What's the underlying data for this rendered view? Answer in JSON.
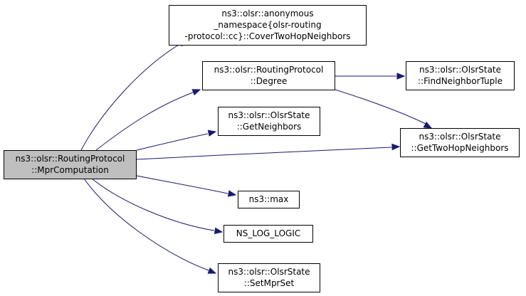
{
  "diagram": {
    "title": "",
    "edge_color": "#191970",
    "root_fill": "#bfbfbf",
    "node_fill": "#ffffff",
    "nodes": [
      {
        "id": "mpr",
        "lines": [
          "ns3::olsr::RoutingProtocol",
          "::MprComputation"
        ],
        "root": true
      },
      {
        "id": "cover",
        "lines": [
          "ns3::olsr::anonymous",
          "_namespace{olsr-routing",
          "-protocol::cc}::CoverTwoHopNeighbors"
        ]
      },
      {
        "id": "degree",
        "lines": [
          "ns3::olsr::RoutingProtocol",
          "::Degree"
        ]
      },
      {
        "id": "getneigh",
        "lines": [
          "ns3::olsr::OlsrState",
          "::GetNeighbors"
        ]
      },
      {
        "id": "max",
        "lines": [
          "ns3::max"
        ]
      },
      {
        "id": "nslog",
        "lines": [
          "NS_LOG_LOGIC"
        ]
      },
      {
        "id": "setmpr",
        "lines": [
          "ns3::olsr::OlsrState",
          "::SetMprSet"
        ]
      },
      {
        "id": "findtuple",
        "lines": [
          "ns3::olsr::OlsrState",
          "::FindNeighborTuple"
        ]
      },
      {
        "id": "twohop",
        "lines": [
          "ns3::olsr::OlsrState",
          "::GetTwoHopNeighbors"
        ]
      }
    ],
    "edges": [
      {
        "from": "mpr",
        "to": "cover"
      },
      {
        "from": "mpr",
        "to": "degree"
      },
      {
        "from": "mpr",
        "to": "getneigh"
      },
      {
        "from": "mpr",
        "to": "twohop"
      },
      {
        "from": "mpr",
        "to": "max"
      },
      {
        "from": "mpr",
        "to": "nslog"
      },
      {
        "from": "mpr",
        "to": "setmpr"
      },
      {
        "from": "degree",
        "to": "findtuple"
      },
      {
        "from": "degree",
        "to": "twohop"
      }
    ]
  }
}
